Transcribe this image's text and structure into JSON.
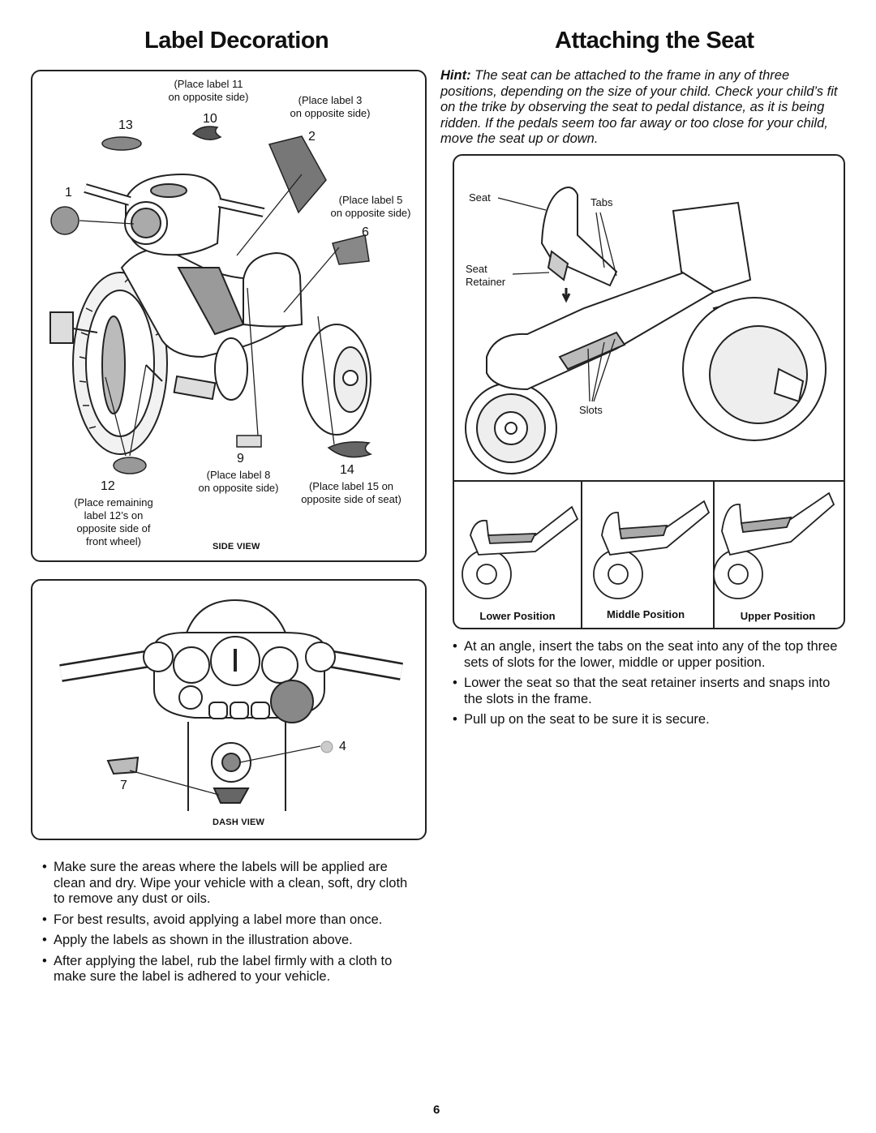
{
  "left_title": "Label Decoration",
  "right_title": "Attaching the Seat",
  "side_view": {
    "title": "SIDE VIEW",
    "note_11": [
      "(Place label 11",
      "on opposite side)"
    ],
    "note_3": [
      "(Place label 3",
      "on opposite side)"
    ],
    "note_5": [
      "(Place label 5",
      "on opposite side)"
    ],
    "note_8": [
      "(Place label 8",
      "on opposite side)"
    ],
    "note_15": [
      "(Place label 15 on",
      "opposite side of seat)"
    ],
    "note_12": [
      "(Place remaining",
      "label 12’s on",
      "opposite side of",
      "front wheel)"
    ],
    "labels": {
      "n13": "13",
      "n10": "10",
      "n2": "2",
      "n1": "1",
      "n6": "6",
      "n9": "9",
      "n14": "14",
      "n12": "12"
    }
  },
  "dash_view": {
    "title": "DASH VIEW",
    "labels": {
      "n4": "4",
      "n7": "7"
    }
  },
  "left_bullets": [
    "Make sure the areas where the labels will be applied are clean and dry. Wipe your vehicle with a clean, soft, dry cloth to remove any dust or oils.",
    "For best results, avoid applying a label more than once.",
    "Apply the labels as shown in the illustration above.",
    "After applying the label, rub the label firmly with a cloth to make sure the label is adhered to your vehicle."
  ],
  "hint": {
    "label": "Hint:",
    "text": " The seat can be attached to the frame in any of three positions, depending on the size of your child. Check your child’s fit on the trike by observing the seat to pedal distance, as it is being ridden. If the pedals seem too far away or too close for your child, move the seat up or down."
  },
  "seat_diagram": {
    "seat": "Seat",
    "tabs": "Tabs",
    "retainer": [
      "Seat",
      "Retainer"
    ],
    "slots": "Slots"
  },
  "positions": [
    "Lower Position",
    "Middle Position",
    "Upper Position"
  ],
  "right_bullets": [
    "At an angle, insert the tabs on the seat into any of the top three sets of slots for the lower, middle or upper position.",
    "Lower the seat so that the seat retainer inserts and snaps into the slots in the frame.",
    "Pull up on the seat to be sure it is secure."
  ],
  "page_number": "6"
}
